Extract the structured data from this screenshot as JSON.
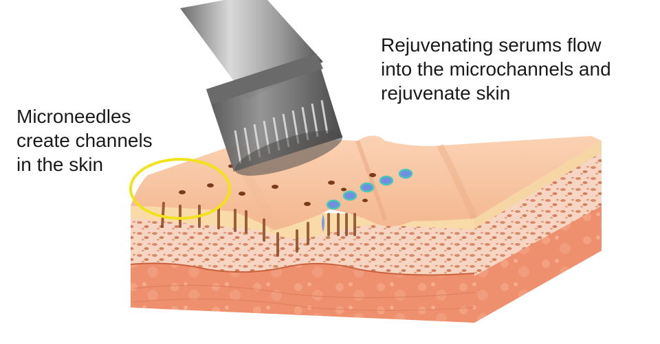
{
  "labels": {
    "microneedles": [
      "Microneedles",
      "create channels",
      "in the skin"
    ],
    "serums": [
      "Rejuvenating serums flow",
      "into the microchannels and",
      "rejuvenate skin"
    ]
  },
  "colors": {
    "skin_surface": "#f7c6a4",
    "epidermis_band": "#f9dcae",
    "dermis_speckle": "#f3c9b1",
    "dermis_spots": "#d27d58",
    "subcutis": "#ec8c6c",
    "highlight_circle": "#f2e21a",
    "serum_dot": "#6f8fe0",
    "serum_ring": "#49c7b8",
    "needle_hole": "#7a3b1c",
    "device_body": "#8a8a8a"
  },
  "icons": {
    "device": "microneedling-pen-icon",
    "highlight": "highlight-circle-icon"
  }
}
